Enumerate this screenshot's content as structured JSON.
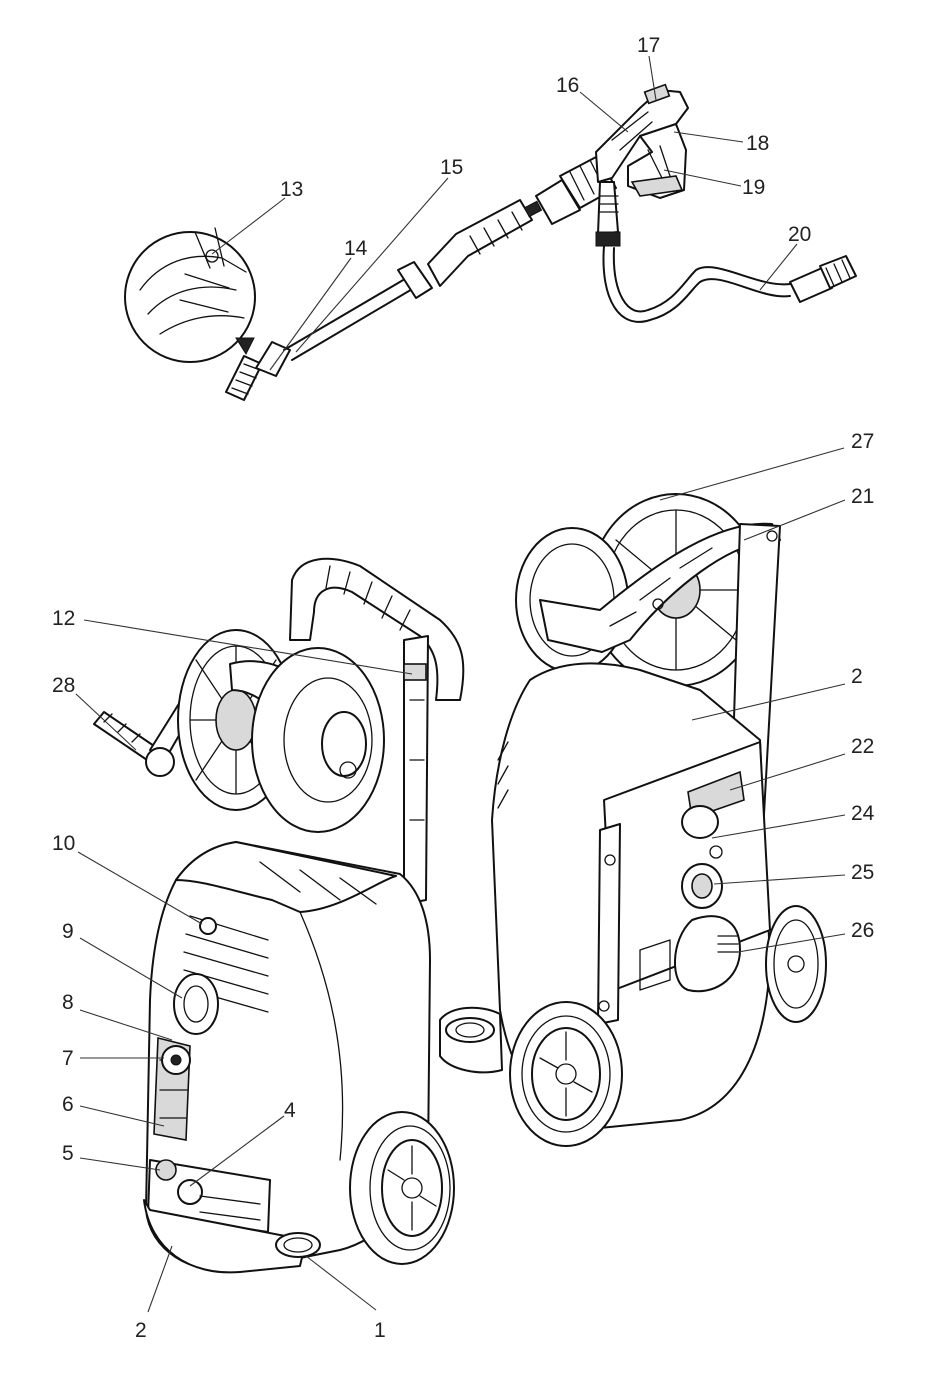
{
  "callouts": [
    {
      "id": "c1",
      "text": "1"
    },
    {
      "id": "c2a",
      "text": "2"
    },
    {
      "id": "c2b",
      "text": "2"
    },
    {
      "id": "c4",
      "text": "4"
    },
    {
      "id": "c5",
      "text": "5"
    },
    {
      "id": "c6",
      "text": "6"
    },
    {
      "id": "c7",
      "text": "7"
    },
    {
      "id": "c8",
      "text": "8"
    },
    {
      "id": "c9",
      "text": "9"
    },
    {
      "id": "c10",
      "text": "10"
    },
    {
      "id": "c12",
      "text": "12"
    },
    {
      "id": "c13",
      "text": "13"
    },
    {
      "id": "c14",
      "text": "14"
    },
    {
      "id": "c15",
      "text": "15"
    },
    {
      "id": "c16",
      "text": "16"
    },
    {
      "id": "c17",
      "text": "17"
    },
    {
      "id": "c18",
      "text": "18"
    },
    {
      "id": "c19",
      "text": "19"
    },
    {
      "id": "c20",
      "text": "20"
    },
    {
      "id": "c21",
      "text": "21"
    },
    {
      "id": "c22",
      "text": "22"
    },
    {
      "id": "c24",
      "text": "24"
    },
    {
      "id": "c25",
      "text": "25"
    },
    {
      "id": "c26",
      "text": "26"
    },
    {
      "id": "c27",
      "text": "27"
    },
    {
      "id": "c28",
      "text": "28"
    }
  ]
}
